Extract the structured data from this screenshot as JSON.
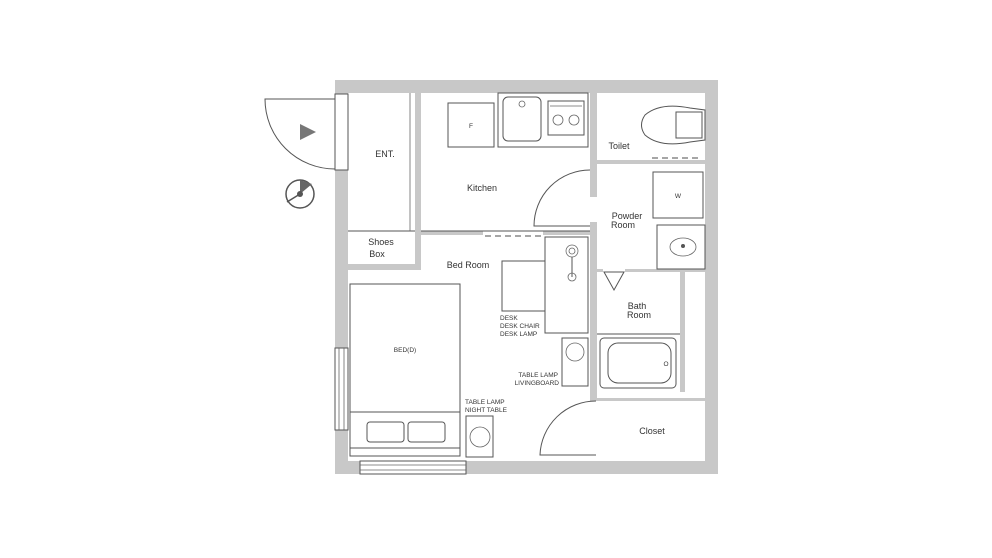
{
  "rooms": {
    "entrance": "ENT.",
    "shoes_box_line1": "Shoes",
    "shoes_box_line2": "Box",
    "kitchen": "Kitchen",
    "fridge": "F",
    "toilet": "Toilet",
    "powder_room_line1": "Powder",
    "powder_room_line2": "Room",
    "washer": "W",
    "bed_room": "Bed Room",
    "bath_room_line1": "Bath",
    "bath_room_line2": "Room",
    "closet": "Closet"
  },
  "furniture": {
    "bed": "BED(D)",
    "desk_line1": "DESK",
    "desk_line2": "DESK CHAIR",
    "desk_line3": "DESK LAMP",
    "livingboard_line1": "TABLE LAMP",
    "livingboard_line2": "LIVINGBOARD",
    "night_table_line1": "TABLE LAMP",
    "night_table_line2": "NIGHT TABLE",
    "bathtub_drain": "O"
  },
  "colors": {
    "wall": "#c8c8c8",
    "line": "#555555",
    "background": "#ffffff"
  },
  "icons": {
    "entrance_arrow": "entrance-arrow-icon",
    "compass": "north-compass-icon"
  }
}
